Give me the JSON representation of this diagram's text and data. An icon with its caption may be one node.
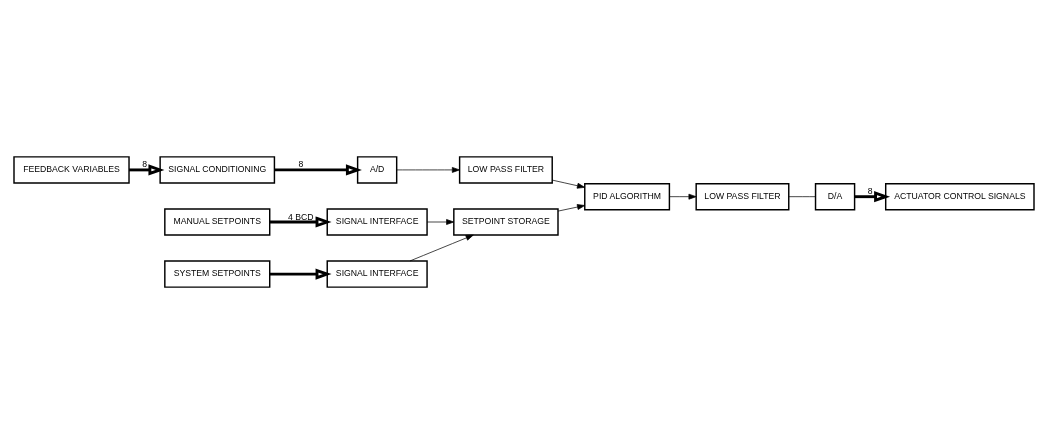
{
  "diagram": {
    "nodes": [
      {
        "text": [
          "FEEDBACK VARIABLES"
        ]
      },
      {
        "text": [
          "SIGNAL CONDITIONING"
        ]
      },
      {
        "text": [
          "A/D"
        ]
      },
      {
        "text": [
          "LOW PASS FILTER"
        ]
      },
      {
        "text": [
          "PID ALGORITHM"
        ]
      },
      {
        "text": [
          "LOW PASS FILTER"
        ]
      },
      {
        "text": [
          "D/A"
        ]
      },
      {
        "text": [
          "ACTUATOR CONTROL SIGNALS"
        ]
      },
      {
        "text": [
          "MANUAL SETPOINTS"
        ]
      },
      {
        "text": [
          "SIGNAL INTERFACE"
        ]
      },
      {
        "text": [
          "SETPOINT STORAGE"
        ]
      },
      {
        "text": [
          "SYSTEM SETPOINTS"
        ]
      },
      {
        "text": [
          "SIGNAL INTERFACE"
        ]
      }
    ],
    "edges": [
      {
        "from": 0,
        "to": 1,
        "arrow": "to",
        "label": "8",
        "style": "thick"
      },
      {
        "from": 1,
        "to": 2,
        "arrow": "to",
        "label": "8",
        "style": "thick"
      },
      {
        "from": 2,
        "to": 3,
        "arrow": "to"
      },
      {
        "from": 3,
        "to": 4,
        "arrow": "to"
      },
      {
        "from": 4,
        "to": 5,
        "arrow": "to"
      },
      {
        "from": 5,
        "to": 6,
        "arrow": "none"
      },
      {
        "from": 6,
        "to": 7,
        "arrow": "to",
        "label": "8",
        "style": "thick"
      },
      {
        "from": 8,
        "to": 9,
        "arrow": "to",
        "label": "4 BCD",
        "style": "thick"
      },
      {
        "from": 9,
        "to": 10,
        "arrow": "to"
      },
      {
        "from": 11,
        "to": 12,
        "arrow": "to",
        "style": "thick"
      },
      {
        "from": 12,
        "to": 10,
        "arrow": "to"
      },
      {
        "from": 10,
        "to": 4,
        "arrow": "to"
      }
    ]
  }
}
